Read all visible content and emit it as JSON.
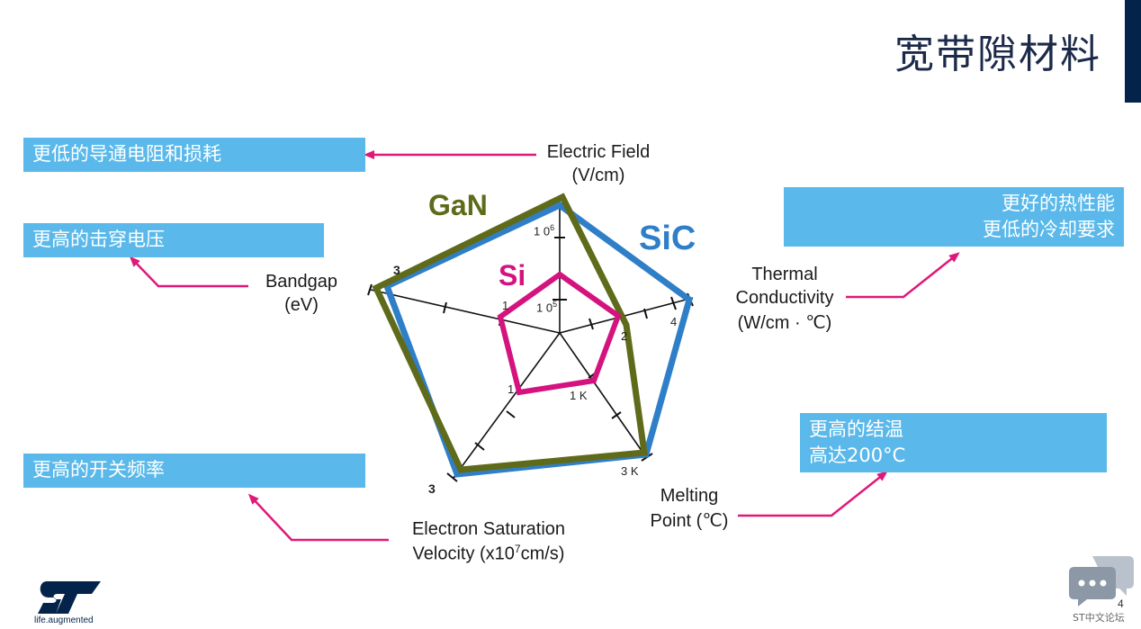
{
  "title": "宽带隙材料",
  "callouts": {
    "left1": "更低的导通电阻和损耗",
    "left2": "更高的击穿电压",
    "left3": "更高的开关频率",
    "right1_line1": "更好的热性能",
    "right1_line2": "更低的冷却要求",
    "right2_line1": "更高的结温",
    "right2_line2": "高达200°C"
  },
  "axes": {
    "electric_field_l1": "Electric Field",
    "electric_field_l2": "(V/cm)",
    "thermal_l1": "Thermal",
    "thermal_l2": "Conductivity",
    "thermal_l3": "(W/cm · ℃)",
    "melting_l1": "Melting",
    "melting_l2": "Point (℃)",
    "velocity_l1": "Electron Saturation",
    "velocity_l2a": "Velocity (x10",
    "velocity_sup": "7",
    "velocity_l2b": "cm/s)",
    "bandgap_l1": "Bandgap",
    "bandgap_l2": "(eV)"
  },
  "ticks": {
    "ef_outer_base": "1 0",
    "ef_outer_exp": "6",
    "ef_inner_base": "1 0",
    "ef_inner_exp": "5",
    "tc_2": "2",
    "tc_4": "4",
    "mp_1k": "1 K",
    "mp_3k": "3 K",
    "vel_1": "1",
    "vel_3": "3",
    "bg_1": "1",
    "bg_3": "3"
  },
  "series_labels": {
    "gan": "GaN",
    "sic": "SiC",
    "si": "Si"
  },
  "colors": {
    "accent": "#5ab9ea",
    "arrow": "#e0187a",
    "gan": "#5f6b1a",
    "sic": "#2f7fc8",
    "si": "#d4137f",
    "navy": "#03234b"
  },
  "footer": {
    "tagline": "life.augmented",
    "page": "4",
    "forum": "ST中文论坛"
  }
}
